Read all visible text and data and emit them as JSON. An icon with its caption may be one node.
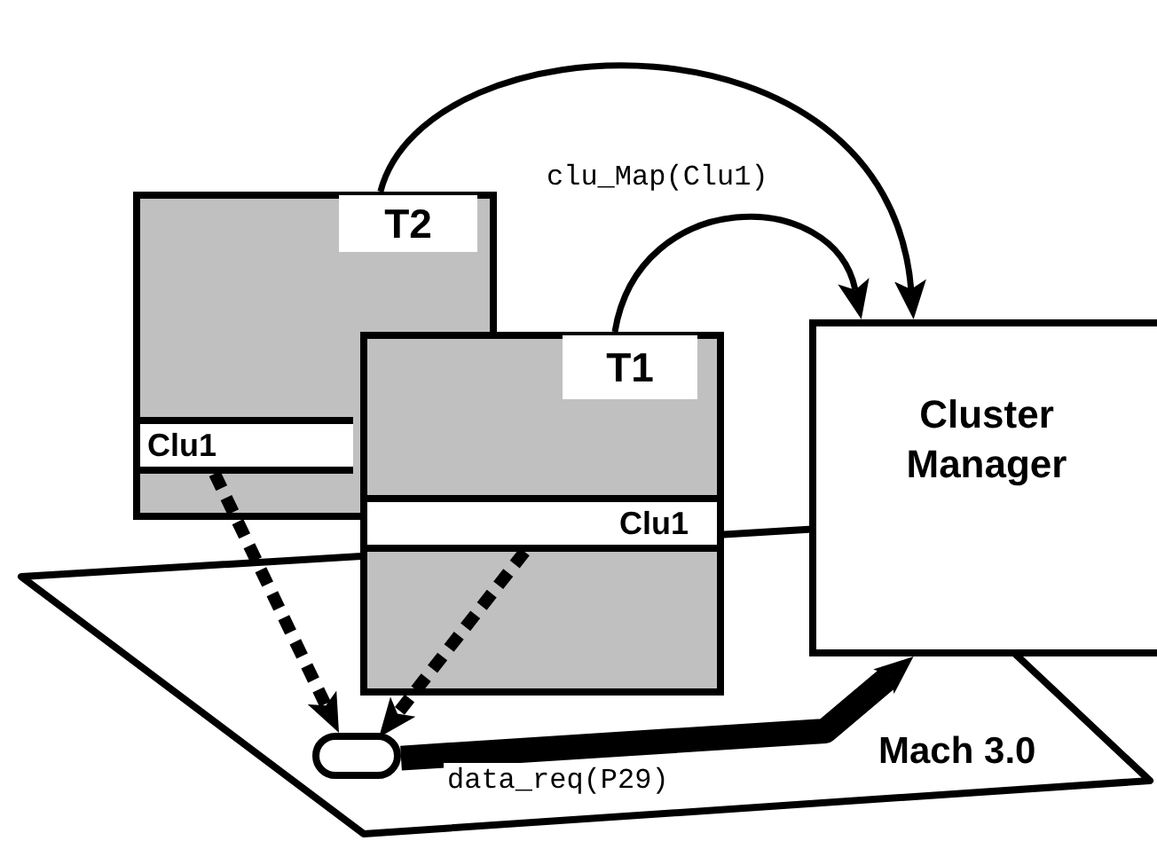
{
  "diagram": {
    "nodes": [
      {
        "text": [
          "Mach 3.0"
        ]
      },
      {
        "text": [
          "T2"
        ]
      },
      {
        "text": [
          "Clu1"
        ],
        "in": 1
      },
      {
        "text": [
          "T1"
        ]
      },
      {
        "text": [
          "Clu1"
        ],
        "in": 3
      },
      {
        "text": [
          "Cluster Manager"
        ]
      },
      {
        "text": [],
        "shape": "circle",
        "in": 0
      }
    ],
    "edges": [
      {
        "from": 1,
        "to": 5,
        "arrow": "to"
      },
      {
        "from": 3,
        "to": 5,
        "arrow": "to",
        "label": "clu_Map(Clu1)"
      },
      {
        "from": 2,
        "to": 6,
        "arrow": "to",
        "style": "dashed"
      },
      {
        "from": 4,
        "to": 6,
        "arrow": "to",
        "style": "dashed"
      },
      {
        "from": 6,
        "to": 5,
        "arrow": "to",
        "style": "thick",
        "label": "data_req(P29)"
      }
    ]
  }
}
